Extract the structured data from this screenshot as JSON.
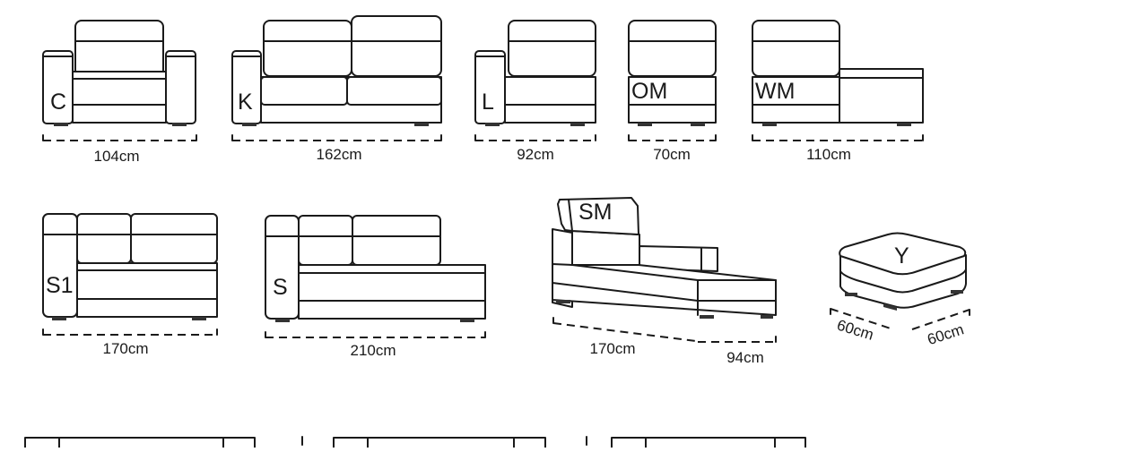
{
  "modules": [
    {
      "id": "c",
      "code": "C",
      "dimension": "104cm"
    },
    {
      "id": "k",
      "code": "K",
      "dimension": "162cm"
    },
    {
      "id": "l",
      "code": "L",
      "dimension": "92cm"
    },
    {
      "id": "om",
      "code": "OM",
      "dimension": "70cm"
    },
    {
      "id": "wm",
      "code": "WM",
      "dimension": "110cm"
    },
    {
      "id": "s1",
      "code": "S1",
      "dimension": "170cm"
    },
    {
      "id": "s",
      "code": "S",
      "dimension": "210cm"
    },
    {
      "id": "sm",
      "code": "SM",
      "dimension_length": "170cm",
      "dimension_depth": "94cm"
    },
    {
      "id": "y",
      "code": "Y",
      "dimension_width": "60cm",
      "dimension_depth": "60cm"
    }
  ]
}
